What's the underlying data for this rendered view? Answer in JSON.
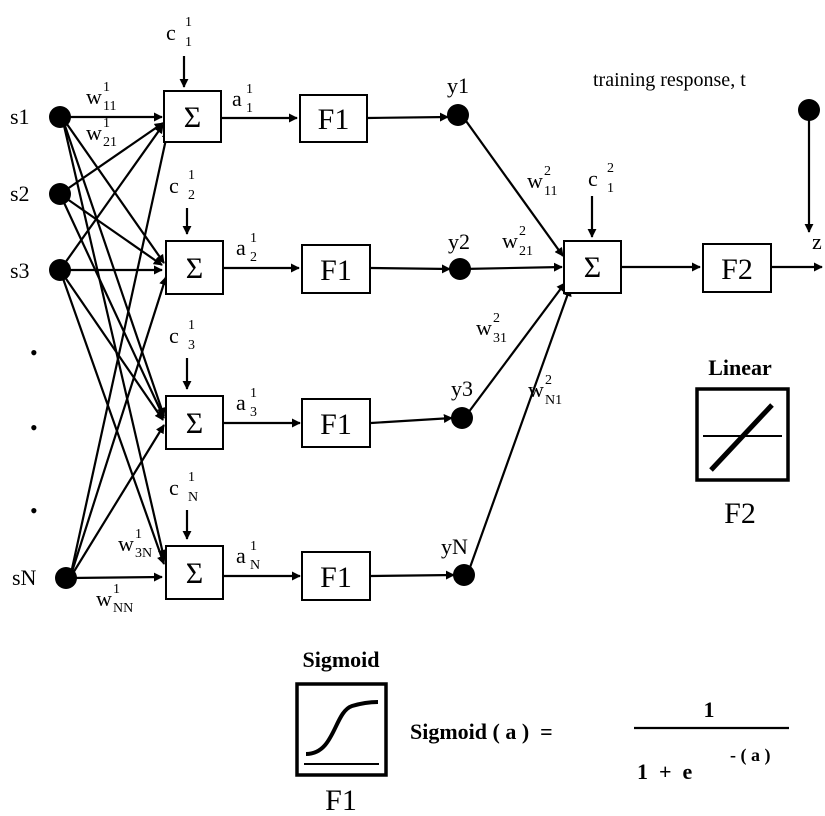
{
  "inputs": [
    "s1",
    "s2",
    "s3",
    "sN"
  ],
  "dots": [
    "•",
    "•",
    "•"
  ],
  "sum_symbol": "Σ",
  "hidden_activation": "F1",
  "output_activation": "F2",
  "hidden_outputs": [
    "y1",
    "y2",
    "y3",
    "yN"
  ],
  "output_label": "z",
  "training_label": "training response, t",
  "layer1": {
    "w_base": "w",
    "w_sup": "1",
    "weights": [
      "11",
      "21",
      "3N",
      "NN"
    ],
    "a_base": "a",
    "a_sup": "1",
    "a_subs": [
      "1",
      "2",
      "3",
      "N"
    ],
    "c_base": "c",
    "c_sup": "1",
    "c_subs": [
      "1",
      "2",
      "3",
      "N"
    ]
  },
  "layer2": {
    "w_base": "w",
    "w_sup": "2",
    "weights": [
      "11",
      "21",
      "31",
      "N1"
    ],
    "c_base": "c",
    "c_sup": "2",
    "c_sub": "1"
  },
  "legend_linear": {
    "title": "Linear",
    "label": "F2"
  },
  "legend_sigmoid": {
    "title": "Sigmoid",
    "label": "F1"
  },
  "formula": {
    "lhs": "Sigmoid ( a )  =",
    "numerator": "1",
    "denominator_base": "1  +  e",
    "exponent": "- ( a )"
  }
}
